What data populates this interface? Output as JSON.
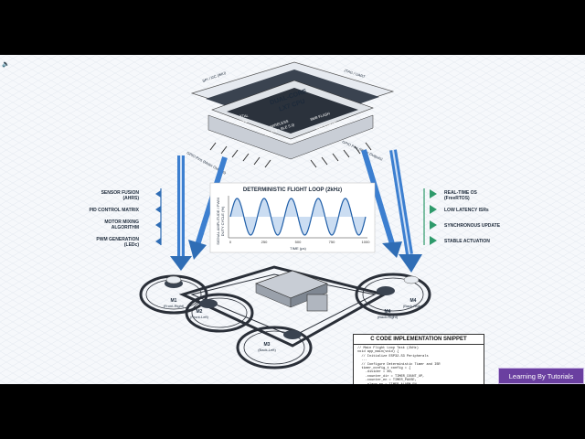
{
  "video": {
    "badge": "Learning By Tutorials",
    "speaker_icon": "speaker-icon"
  },
  "chip": {
    "cpu": [
      "DUAL-CORE",
      "LX7 CPU"
    ],
    "xtal": [
      "XTAL",
      "40MHz"
    ],
    "flash": "8MB FLASH",
    "psram": "8MB PSRAM",
    "wireless": [
      "WIRELESS",
      "(Wi-Fi 4 + BLE 5.0)"
    ],
    "bus_left": "SPI / I2C (IMU)",
    "bus_right": "JTAG / UART",
    "gpio_left": "GPIO Pins (Motor Outputs)",
    "gpio_right": "GPIO Pins (Motor Outputs)"
  },
  "left_features": [
    [
      "SENSOR FUSION",
      "(AHRS)"
    ],
    [
      "PID CONTROL MATRIX"
    ],
    [
      "MOTOR MIXING",
      "ALGORITHM"
    ],
    [
      "PWM GENERATION",
      "(LEDc)"
    ]
  ],
  "right_features": [
    [
      "REAL-TIME OS",
      "(FreeRTOS)"
    ],
    [
      "LOW LATENCY ISRs"
    ],
    [
      "SYNCHRONOUS UPDATE"
    ],
    [
      "STABLE ACTUATION"
    ]
  ],
  "loop_chart": {
    "title": "DETERMINISTIC FLIGHT LOOP (2kHz)",
    "ylabel": [
      "SIGNAL AMPLITUDE / PWM",
      "DUTY CYCLE (%)"
    ],
    "xlabel": "TIME (μs)",
    "x_ticks": [
      "0",
      "250",
      "500",
      "750",
      "1000"
    ],
    "cycles": 5
  },
  "motors": [
    [
      "M1",
      "(Front-Right)"
    ],
    [
      "M2",
      "(Front-Left)"
    ],
    [
      "M3",
      "(Back-Left)"
    ],
    [
      "M4",
      "(Back-Right)"
    ]
  ],
  "code": {
    "title": "C CODE IMPLEMENTATION SNIPPET",
    "lines": [
      "// Main Flight Loop Task (2kHz)",
      "void app_main(void) {",
      "  // Initialize ESP32-S3 Peripherals",
      "  ...",
      "  // Configure Deterministic Timer and ISR",
      "  timer_config_t config = {",
      "    .divider = 80,",
      "    .counter_dir = TIMER_COUNT_UP,",
      "    .counter_en = TIMER_PAUSE,",
      "    .alarm_en = TIMER_ALARM_EN,"
    ]
  },
  "colors": {
    "accent": "#2f6db5",
    "arrow_green": "#2e9a6b",
    "frame": "#2a2f38"
  }
}
